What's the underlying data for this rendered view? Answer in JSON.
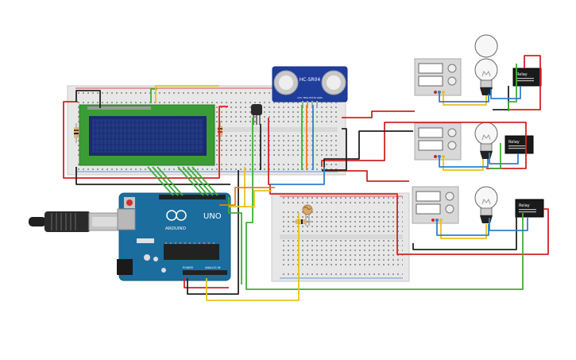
{
  "app": {
    "title": "Arduino circuit simulation canvas"
  },
  "labels": {
    "arduino_brand": "ARDUINO",
    "arduino_model": "UNO",
    "power_header": "POWER",
    "analog_header": "ANALOG IN",
    "sensor_model": "HC-SR04",
    "sensor_pins": "VCC TRIG ECHO GND",
    "relay_1": "Relay",
    "relay_2": "Relay",
    "relay_3": "Relay"
  },
  "components": [
    "lcd-16x2",
    "breadboard-top",
    "breadboard-bottom",
    "arduino-uno",
    "usb-cable",
    "ultrasonic-sensor",
    "temperature-sensor",
    "photoresistor",
    "power-supply-1",
    "power-supply-2",
    "power-supply-3",
    "light-bulb-1",
    "light-bulb-2",
    "light-bulb-3",
    "relay-1",
    "relay-2",
    "relay-3"
  ],
  "colors": {
    "background": "#ffffff",
    "arduino_board": "#1b6d9e",
    "breadboard": "#e6e6e6",
    "lcd_frame": "#3b9c36",
    "lcd_screen": "#1b2b6b",
    "sensor_board": "#1f3e9c",
    "wire_red": "#d42222",
    "wire_black": "#222222",
    "wire_green": "#3fae38",
    "wire_yellow": "#e8c31a",
    "wire_blue": "#2f7fd1",
    "wire_orange": "#ef7b19"
  }
}
